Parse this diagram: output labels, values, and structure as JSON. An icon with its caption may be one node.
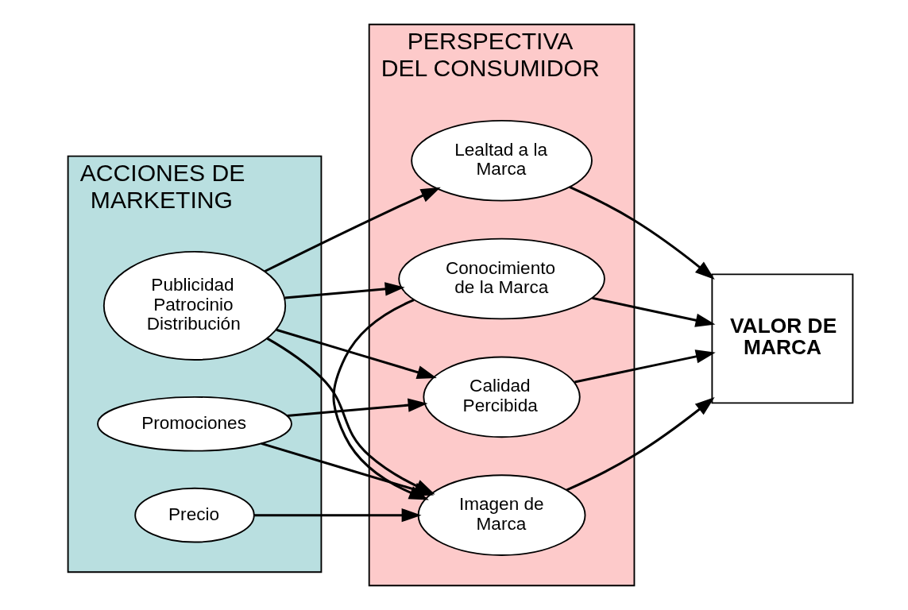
{
  "diagram": {
    "nodes": [
      {
        "text": [
          "ACCIONES DE MARKETING"
        ]
      },
      {
        "text": [
          "Precio"
        ],
        "in": 0
      },
      {
        "text": [
          "Publicidad Patrocinio Distribución"
        ],
        "in": 0
      },
      {
        "text": [
          "Promociones"
        ],
        "in": 0
      },
      {
        "text": [
          "PERSPECTIVA DEL CONSUMIDOR"
        ]
      },
      {
        "text": [
          "Conocimiento de la Marca"
        ],
        "in": 4
      },
      {
        "text": [
          "Imagen de Marca"
        ],
        "in": 4
      },
      {
        "text": [
          "Calidad Percibida"
        ],
        "in": 4
      },
      {
        "text": [
          "Lealtad a la Marca"
        ],
        "in": 4
      },
      {
        "text": [
          "VALOR DE MARCA"
        ]
      }
    ],
    "edges": [
      {
        "from": 1,
        "to": 6,
        "arrow": "to"
      },
      {
        "from": 2,
        "to": 5,
        "arrow": "to"
      },
      {
        "from": 2,
        "to": 6,
        "arrow": "to"
      },
      {
        "from": 2,
        "to": 7,
        "arrow": "to"
      },
      {
        "from": 2,
        "to": 8,
        "arrow": "to"
      },
      {
        "from": 3,
        "to": 6,
        "arrow": "to"
      },
      {
        "from": 3,
        "to": 7,
        "arrow": "to"
      },
      {
        "from": 5,
        "to": 6,
        "arrow": "to"
      },
      {
        "from": 5,
        "to": 9,
        "arrow": "to"
      },
      {
        "from": 6,
        "to": 9,
        "arrow": "to"
      },
      {
        "from": 7,
        "to": 9,
        "arrow": "to"
      },
      {
        "from": 8,
        "to": 9,
        "arrow": "to"
      }
    ]
  }
}
